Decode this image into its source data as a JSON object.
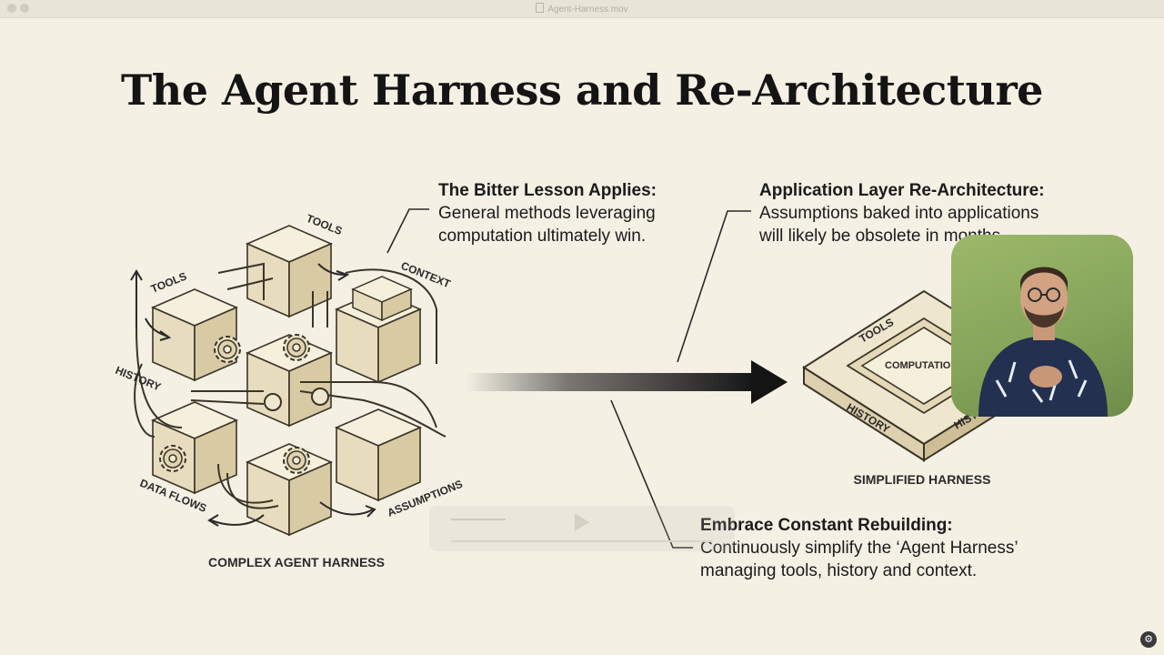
{
  "window": {
    "document_title": "Agent-Harness.mov"
  },
  "slide": {
    "title": "The Agent Harness and Re-Architecture",
    "callouts": {
      "bitter_lesson": {
        "heading": "The Bitter Lesson Applies:",
        "line1": "General methods leveraging",
        "line2": "computation ultimately win."
      },
      "app_layer": {
        "heading": "Application Layer Re-Architecture:",
        "line1": "Assumptions baked into applications",
        "line2": "will likely be obsolete in months."
      },
      "rebuilding": {
        "heading": "Embrace Constant Rebuilding:",
        "line1": "Continuously simplify the ‘Agent Harness’",
        "line2": "managing tools, history and context."
      }
    },
    "complex_harness": {
      "caption": "COMPLEX AGENT HARNESS",
      "labels": {
        "tools_left": "TOOLS",
        "tools_top": "TOOLS",
        "context": "CONTEXT",
        "history": "HISTORY",
        "data_flows": "DATA FLOWS",
        "assumptions": "ASSUMPTIONS"
      }
    },
    "simplified_harness": {
      "caption": "SIMPLIFIED HARNESS",
      "labels": {
        "tools": "TOOLS",
        "computation": "COMPUTATION",
        "history": "HISTORY",
        "history_right": "HISTO"
      }
    }
  },
  "colors": {
    "background": "#f4f0e4",
    "block_face": "#efe6cf",
    "block_side": "#ddd0ae",
    "line": "#3a3428",
    "arrow": "#141414"
  },
  "icons": {
    "gear": "gear-icon",
    "arrow": "arrow-right-icon",
    "play": "play-icon"
  }
}
